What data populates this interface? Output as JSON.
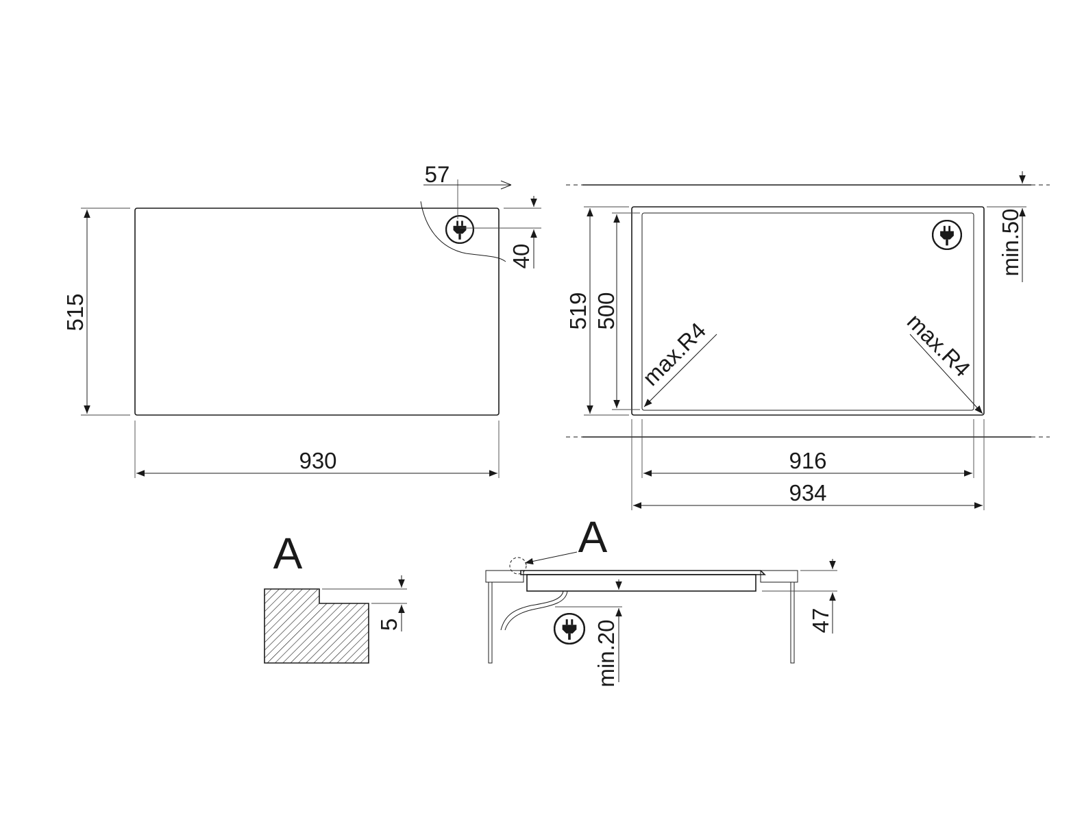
{
  "colors": {
    "ink": "#1a1a1a",
    "background": "#ffffff"
  },
  "icon": "power-plug-icon",
  "top_view": {
    "width_label": "930",
    "depth_label": "515",
    "plug_offset_x_label": "57",
    "plug_offset_y_label": "40"
  },
  "cutout_view": {
    "outer_width_label": "934",
    "inner_width_label": "916",
    "outer_depth_label": "519",
    "inner_depth_label": "500",
    "radius_left_label": "max.R4",
    "radius_right_label": "max.R4",
    "wall_clearance_label": "min.50"
  },
  "detail": {
    "title": "A",
    "rebate_label": "5"
  },
  "section_view": {
    "callout_label": "A",
    "height_label": "47",
    "clearance_label": "min.20"
  }
}
